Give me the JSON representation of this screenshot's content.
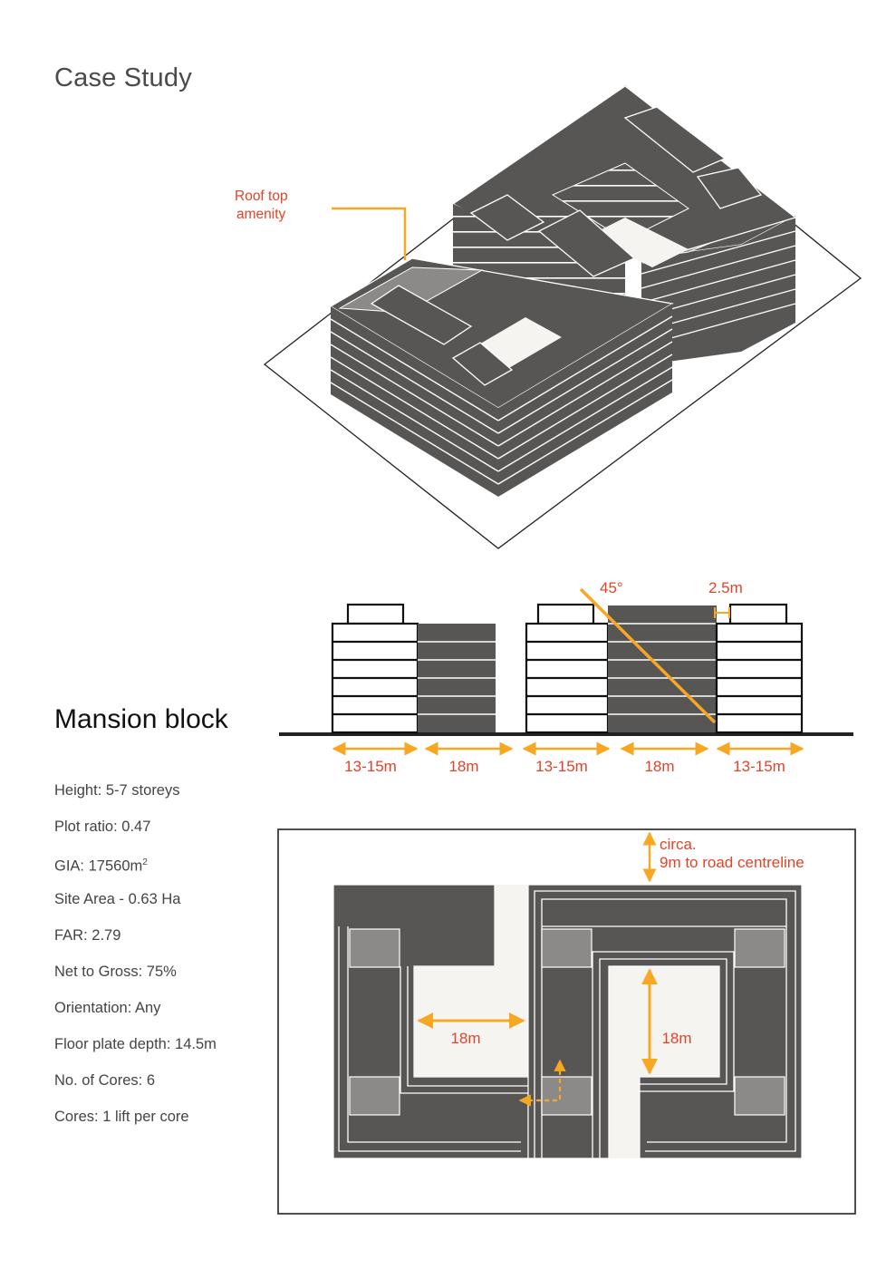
{
  "page": {
    "heading": "Case Study",
    "subheading": "Mansion block"
  },
  "colors": {
    "mass": "#575654",
    "roof_light": "#8b8a88",
    "accent_orange": "#f7a823",
    "label_red": "#e0442a",
    "courtyard": "#f5f4f1",
    "line": "#222222"
  },
  "axonometric": {
    "annotation_line1": "Roof top",
    "annotation_line2": "amenity"
  },
  "section": {
    "angle_label": "45°",
    "setback_label": "2.5m",
    "dimensions": [
      "13-15m",
      "18m",
      "13-15m",
      "18m",
      "13-15m"
    ]
  },
  "plan": {
    "road_note_line1": "circa.",
    "road_note_line2": "9m to road centreline",
    "courtyard_left_width": "18m",
    "courtyard_right_height": "18m"
  },
  "specs": [
    {
      "label": "Height:",
      "value": "5-7 storeys"
    },
    {
      "label": "Plot ratio:",
      "value": "0.47"
    },
    {
      "label": "GIA:",
      "value": "17560m",
      "sup": "2"
    },
    {
      "label": "Site Area -",
      "value": "0.63 Ha"
    },
    {
      "label": "FAR:",
      "value": "2.79"
    },
    {
      "label": "Net to Gross:",
      "value": "75%"
    },
    {
      "label": "Orientation:",
      "value": "Any"
    },
    {
      "label": "Floor plate depth:",
      "value": "14.5m"
    },
    {
      "label": "No. of Cores:",
      "value": "6"
    },
    {
      "label": "Cores:",
      "value": "1 lift per core"
    }
  ]
}
